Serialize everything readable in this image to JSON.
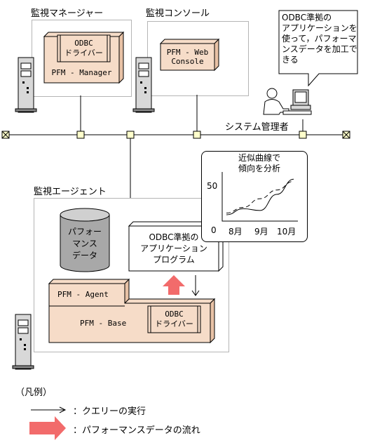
{
  "groups": {
    "manager": "監視マネージャー",
    "console": "監視コンソール",
    "agent": "監視エージェント"
  },
  "components": {
    "odbc_driver_manager": "ODBC\nドライバー",
    "pfm_manager": "PFM - Manager",
    "pfm_web_console": "PFM - Web\nConsole",
    "performance_data": "パフォー\nマンス\nデータ",
    "odbc_app": "ODBC準拠の\nアプリケーション\nプログラム",
    "pfm_agent": "PFM - Agent",
    "pfm_base": "PFM - Base",
    "odbc_driver_agent": "ODBC\nドライバー"
  },
  "callout": "ODBC準拠の\nアプリケーションを\n使って，パフォーマ\nンスデータを加工で\nきる",
  "system_admin": "システム管理者",
  "chart_data": {
    "type": "line",
    "title": "近似曲線で\n傾向を分析",
    "categories": [
      "8月",
      "9月",
      "10月"
    ],
    "y_tick": "50",
    "origin_label": "0",
    "series": [
      {
        "style": "solid",
        "values": [
          0.08,
          0.22,
          0.18,
          0.55,
          0.9
        ]
      },
      {
        "style": "dashed",
        "values": [
          0.12,
          0.25,
          0.45,
          0.65,
          0.85
        ]
      }
    ]
  },
  "legend": {
    "title": "（凡例）",
    "query": "：クエリーの実行",
    "flow": "：パフォーマンスデータの流れ"
  },
  "colors": {
    "component_fill": "#f6dcc8",
    "node_fill": "#ffffcc",
    "flow_arrow": "#f26b6b",
    "group_border": "#b5b5b5"
  }
}
